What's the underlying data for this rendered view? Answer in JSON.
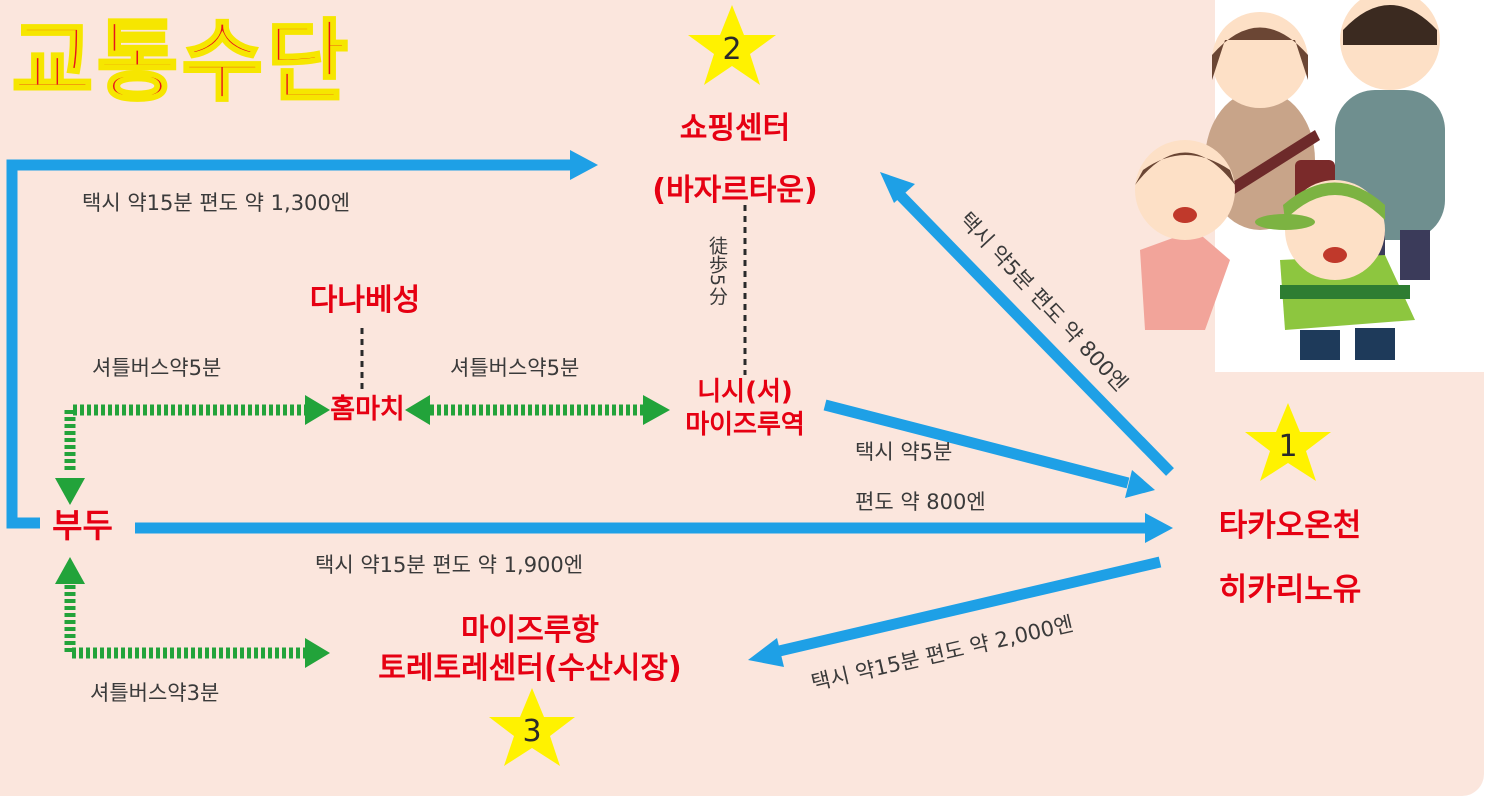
{
  "title": "교통수단",
  "nodes": {
    "shopping_center_line1": "쇼핑센터",
    "shopping_center_line2": "(바자르타운)",
    "danabe_castle": "다나베성",
    "homachi": "홈마치",
    "nishi_station_line1": "니시(서)",
    "nishi_station_line2": "마이즈루역",
    "budu": "부두",
    "takao_line1": "타카오온천",
    "takao_line2": "히카리노유",
    "port_line1": "마이즈루항",
    "port_line2": "토레토레센터(수산시장)"
  },
  "stars": {
    "onsen": "1",
    "shopping": "2",
    "port": "3"
  },
  "routes": {
    "budu_to_shopping": "택시 약15분 편도 약 1,300엔",
    "onsen_to_shopping": "택시 약5분 편도 약 800엔",
    "shuttle_budu_homachi": "셔틀버스약5분",
    "shuttle_homachi_nishi": "셔틀버스약5분",
    "nishi_to_onsen_line1": "택시 약5분",
    "nishi_to_onsen_line2": "편도 약 800엔",
    "budu_to_onsen": "택시 약15분 편도 약 1,900엔",
    "onsen_to_port": "택시 약15분 편도 약 2,000엔",
    "shuttle_budu_port": "셔틀버스약3분",
    "walk_nishi_shopping": "徒歩5分"
  },
  "colors": {
    "taxi_arrow": "#1ea0e6",
    "shuttle_arrow": "#22a33a",
    "place_text": "#e60012",
    "star": "#fff200",
    "background": "#fbe6dd"
  }
}
